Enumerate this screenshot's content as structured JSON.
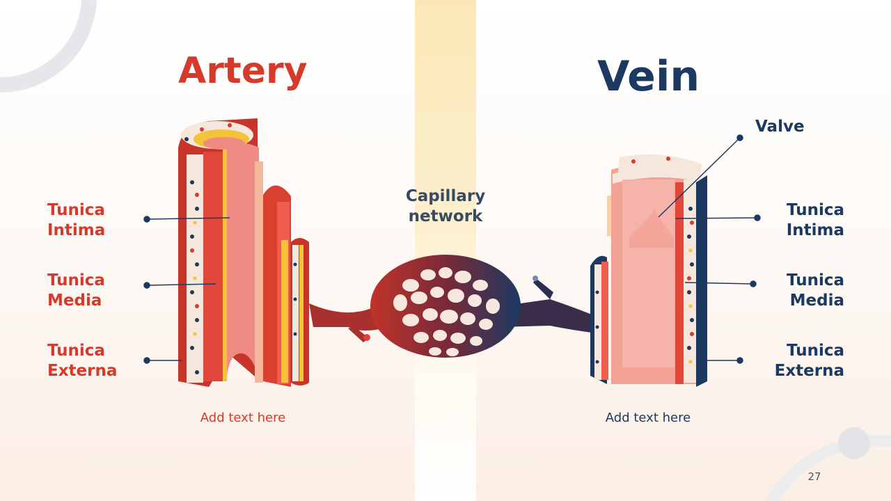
{
  "artery": {
    "title": "Artery",
    "labels": [
      "Tunica\nIntima",
      "Tunica\nMedia",
      "Tunica\nExterna"
    ],
    "caption": "Add text here"
  },
  "vein": {
    "title": "Vein",
    "valve_label": "Valve",
    "labels": [
      "Tunica\nIntima",
      "Tunica\nMedia",
      "Tunica\nExterna"
    ],
    "caption": "Add text here"
  },
  "capillary_label": "Capillary\nnetwork",
  "page_number": "27",
  "colors": {
    "artery_red": "#d63a2a",
    "vein_navy": "#1c3961",
    "capillary_purple": "#5b2a3c"
  }
}
